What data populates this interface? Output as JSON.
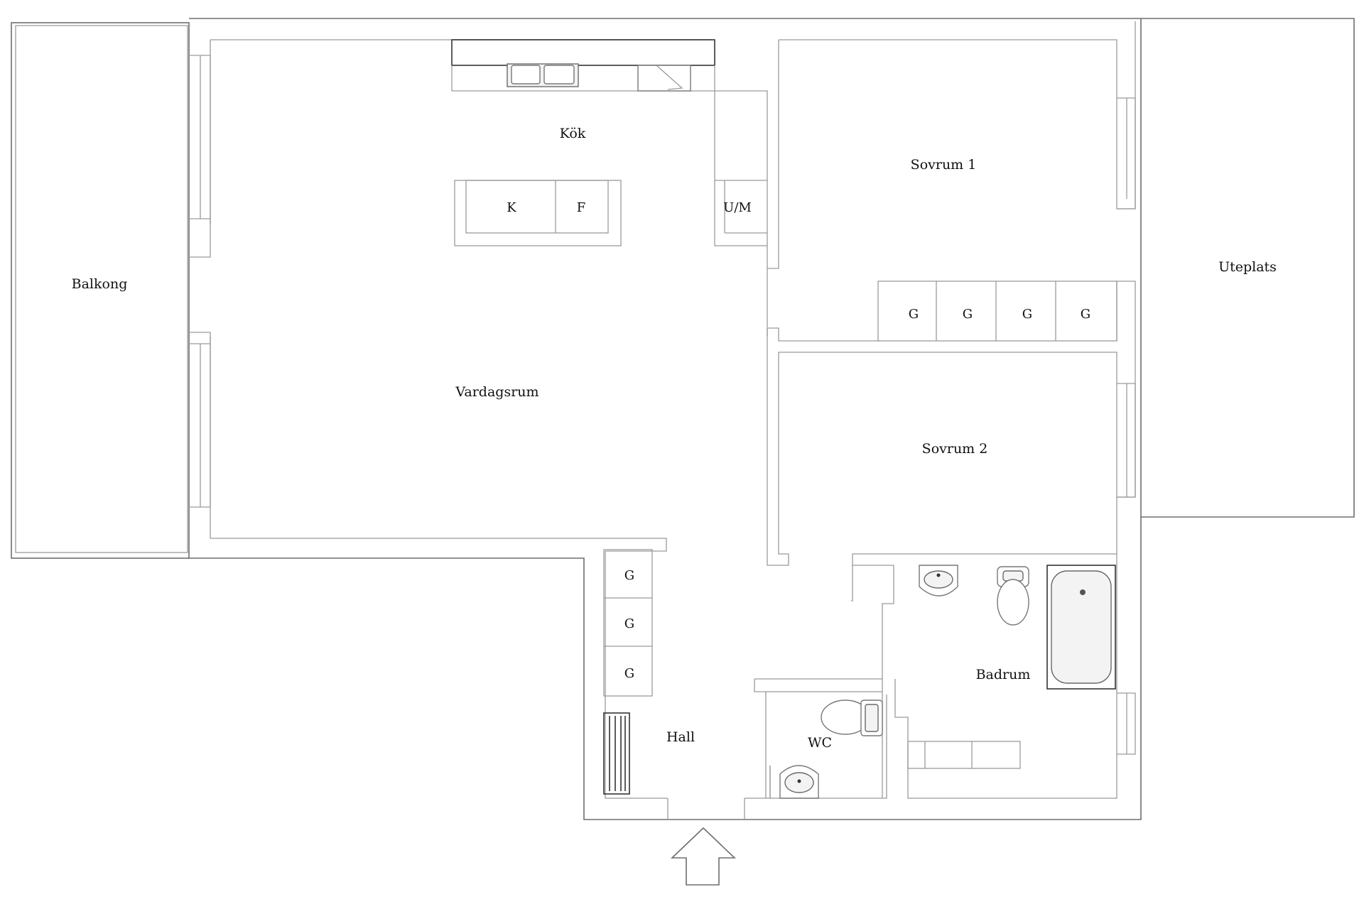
{
  "rooms": {
    "balkong": "Balkong",
    "kok": "Kök",
    "vardagsrum": "Vardagsrum",
    "sovrum1": "Sovrum 1",
    "sovrum2": "Sovrum 2",
    "uteplats": "Uteplats",
    "hall": "Hall",
    "wc": "WC",
    "badrum": "Badrum"
  },
  "fixtures": {
    "stove": "K",
    "fridge": "F",
    "washer": "U/M",
    "wardrobe": "G"
  },
  "icons": {
    "entrance": "arrow-up-icon",
    "sink": "sink-icon",
    "toilet": "toilet-icon",
    "bathtub": "bathtub-icon",
    "radiator": "radiator-icon"
  }
}
